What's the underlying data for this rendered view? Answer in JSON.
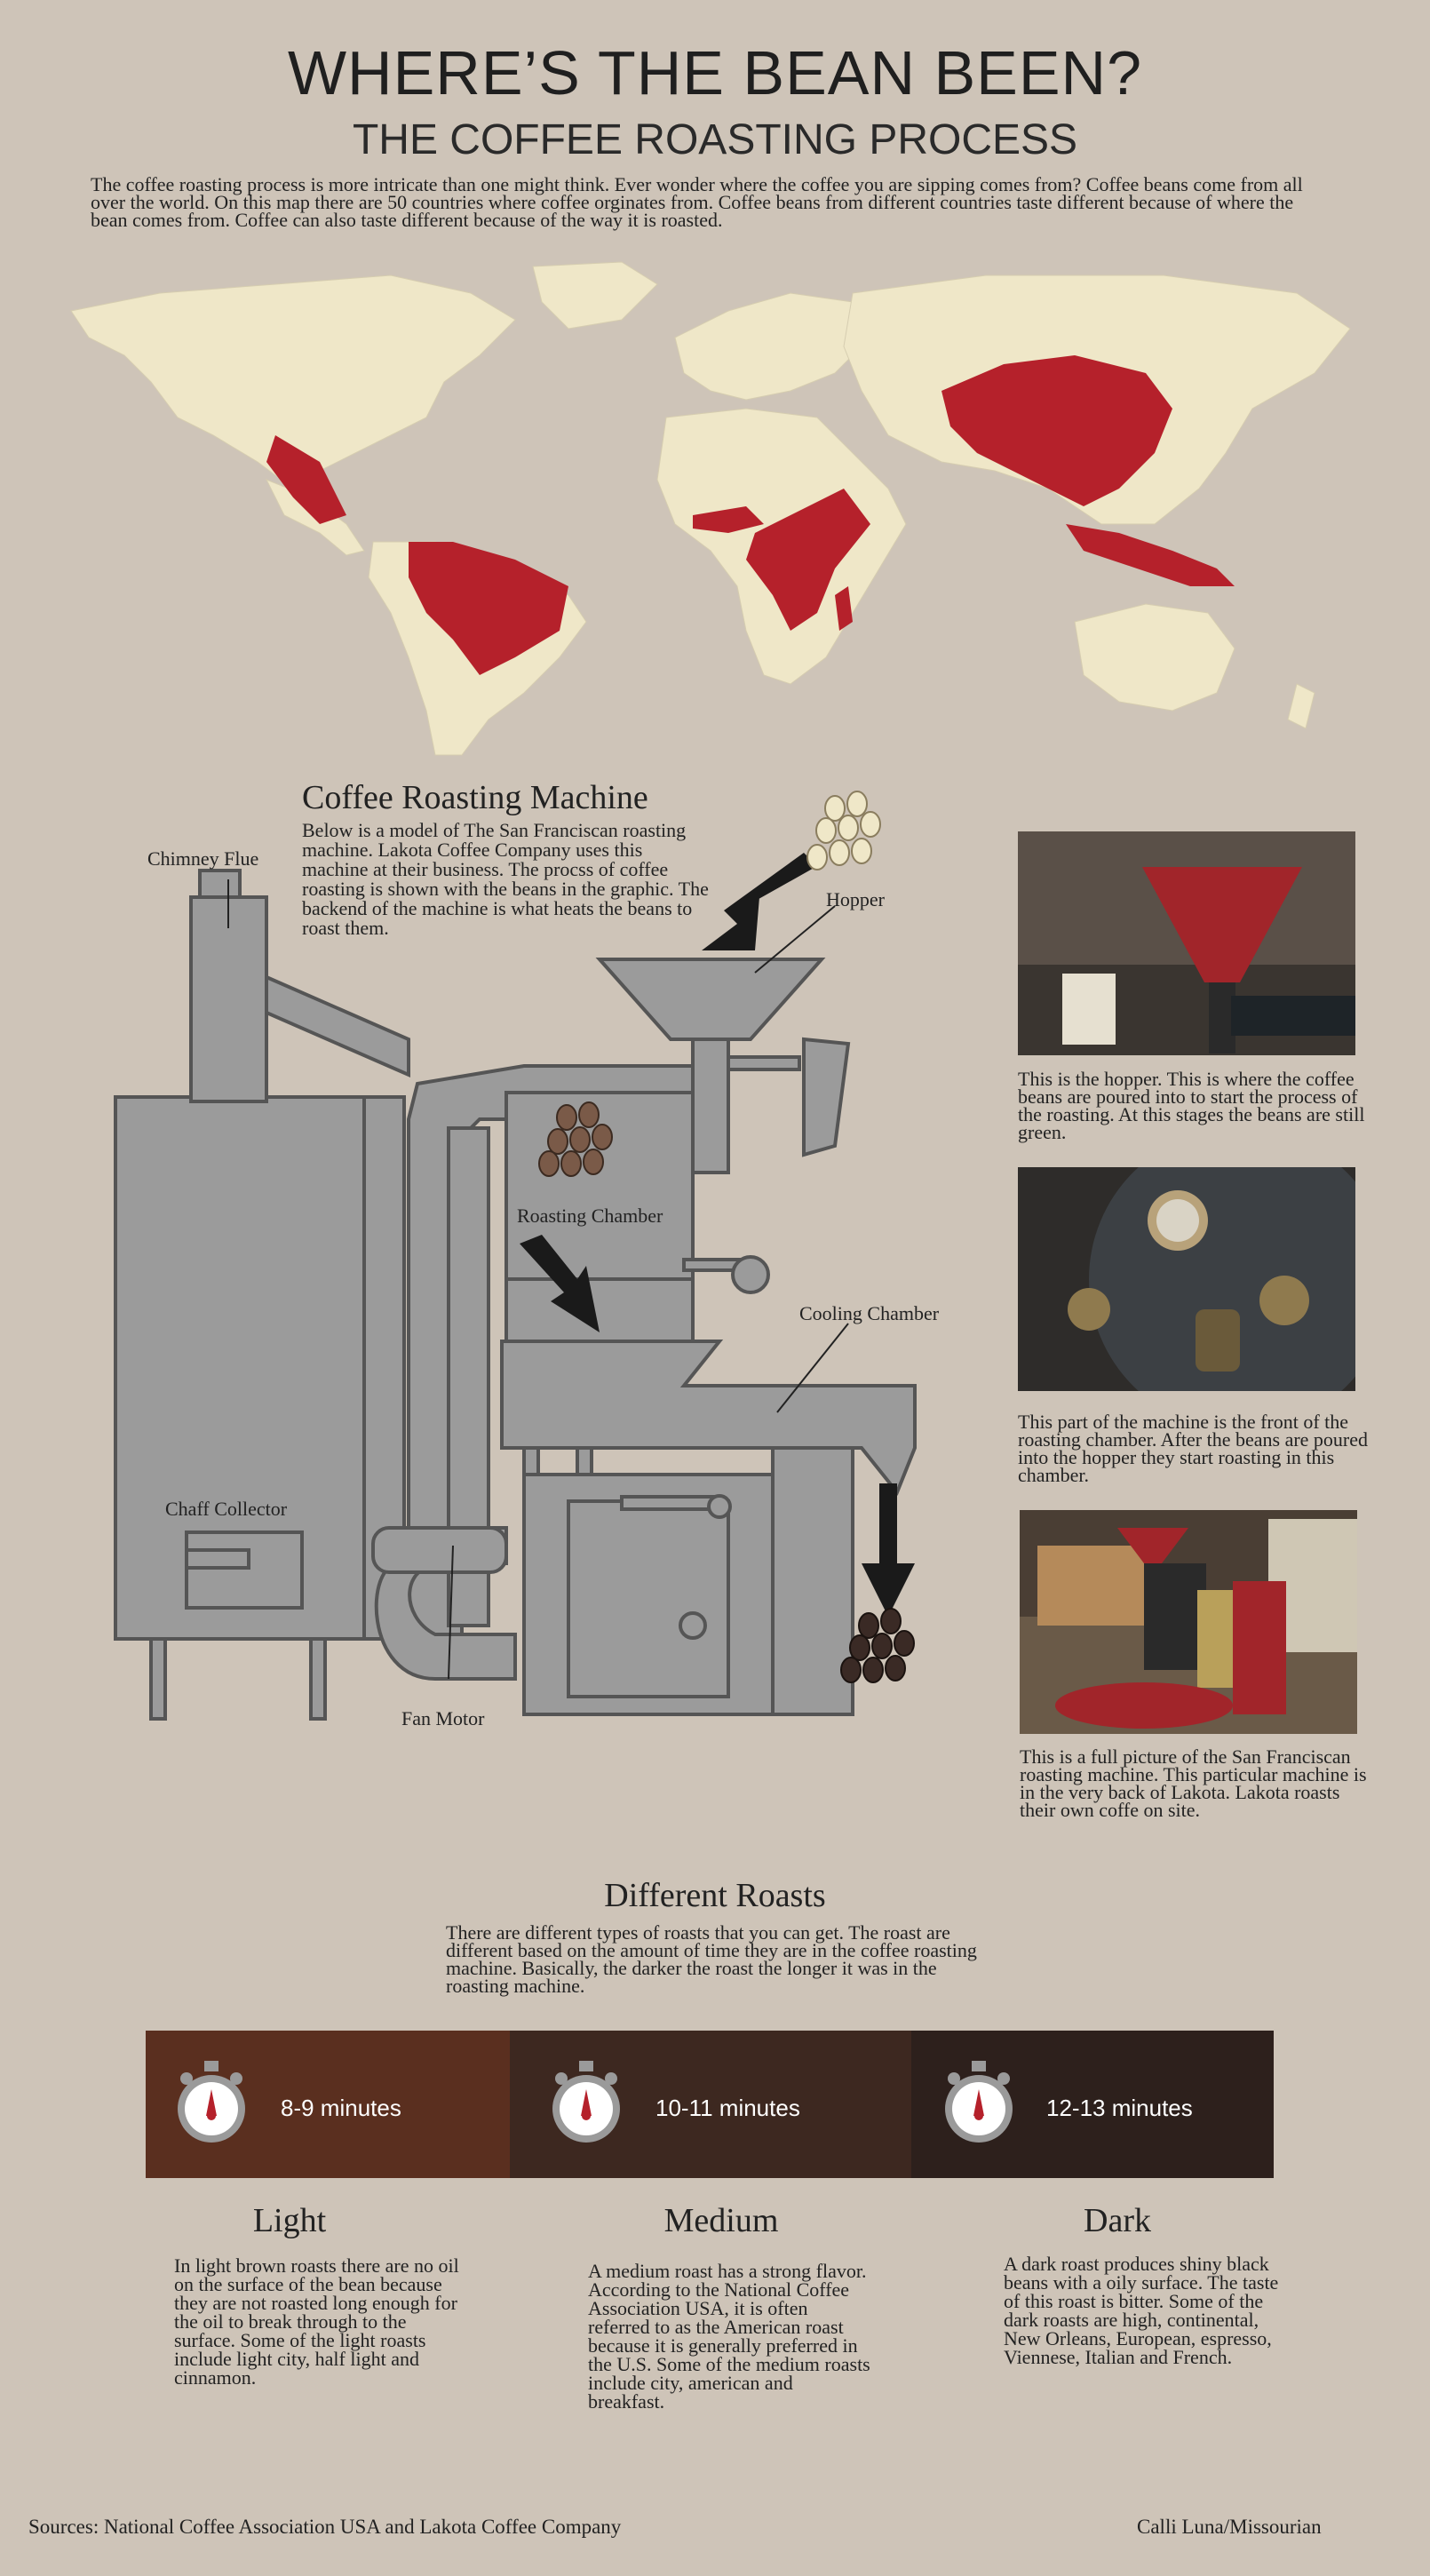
{
  "header": {
    "title": "WHERE’S THE BEAN BEEN?",
    "subtitle": "THE COFFEE ROASTING PROCESS",
    "intro": "The coffee roasting process is more intricate than one might think. Ever wonder where the coffee you are sipping comes from? Coffee beans come from all over the world. On this map there are 50 countries where coffee orginates from. Coffee beans from different countries taste different because of where the bean comes from. Coffee can also taste different because of the way it is roasted."
  },
  "colors": {
    "background": "#cec4b8",
    "land": "#efe7c8",
    "coffee_country": "#b5212b",
    "machine_gray": "#9b9b9b",
    "light_roast": "#5a2f1f",
    "medium_roast": "#3d2820",
    "dark_roast": "#2d201c"
  },
  "machine": {
    "title": "Coffee Roasting Machine",
    "description": "Below is a model of The San Franciscan roasting machine. Lakota Coffee Company uses this machine at their business. The procss of coffee roasting is shown with the beans in the graphic. The backend of the machine is what heats the beans to roast them.",
    "labels": {
      "chimney": "Chimney Flue",
      "hopper": "Hopper",
      "roasting": "Roasting Chamber",
      "cooling": "Cooling Chamber",
      "chaff": "Chaff Collector",
      "fan": "Fan Motor"
    }
  },
  "photos": [
    {
      "caption": "This is the hopper. This is where the coffee beans are poured into to start the process of the roasting. At this stages the beans are still green."
    },
    {
      "caption": "This part of the machine is the front of the roasting chamber. After the beans are poured into the hopper they start roasting in this chamber."
    },
    {
      "caption": "This is a full picture of the San Franciscan roasting machine. This particular machine is in the very back of Lakota. Lakota roasts their own coffe on site."
    }
  ],
  "roasts": {
    "title": "Different Roasts",
    "description": "There are different types of roasts that you can get. The roast are different based on the amount of time they are in the coffee roasting machine. Basically, the darker the roast the longer it was in the roasting machine.",
    "items": [
      {
        "time": "8-9 minutes",
        "name": "Light",
        "body": "In light brown roasts there are no oil on the surface of the bean because they are not roasted long enough for the oil to break through to the surface. Some of the light roasts include light city, half light and cinnamon."
      },
      {
        "time": "10-11 minutes",
        "name": "Medium",
        "body": "A medium roast has a strong flavor. According to the National Coffee Association USA, it is often referred to as the American roast because it is generally preferred in the U.S. Some of the medium roasts include city, american and breakfast."
      },
      {
        "time": "12-13 minutes",
        "name": "Dark",
        "body": "A dark roast produces shiny black beans with a oily surface. The taste of this roast is bitter. Some of the dark roasts are high, continental, New Orleans, European, espresso, Viennese, Italian and French."
      }
    ]
  },
  "footer": {
    "sources": "Sources: National Coffee Association USA and Lakota Coffee Company",
    "credit": "Calli Luna/Missourian"
  }
}
